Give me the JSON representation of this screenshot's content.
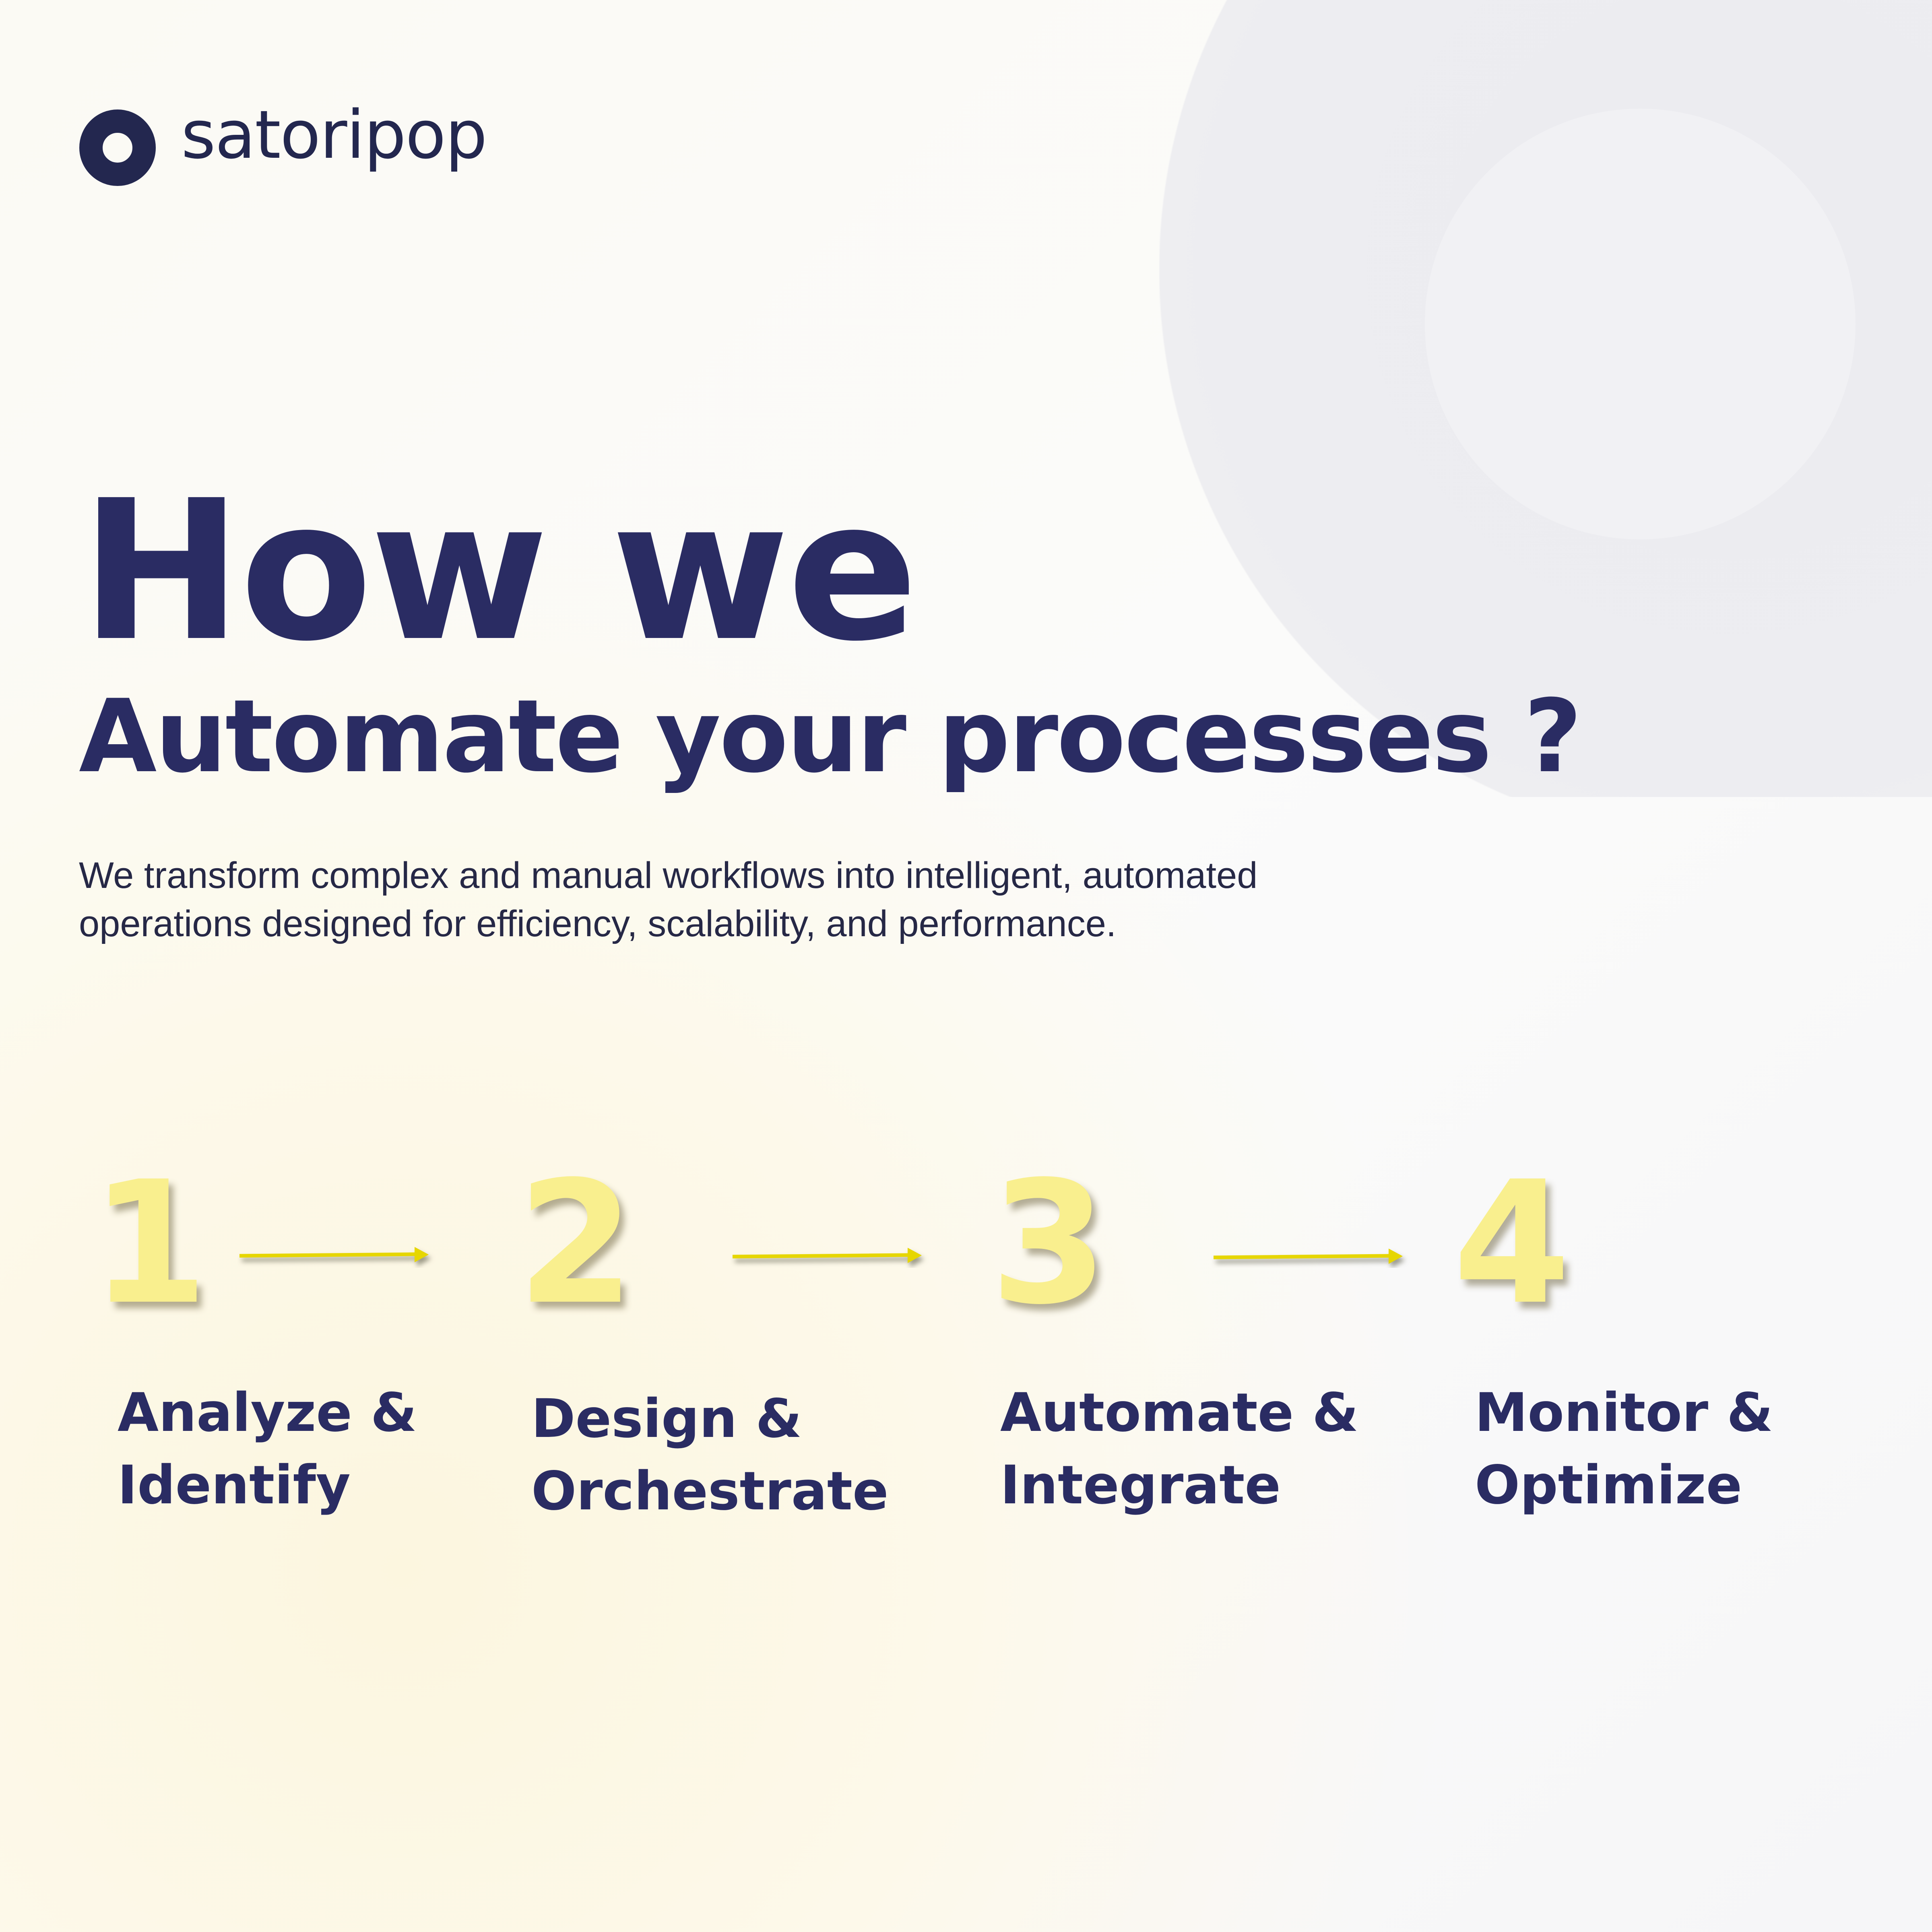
{
  "brand": {
    "name": "satoripop"
  },
  "heading": {
    "line1": "How we",
    "line2": "Automate your processes ?"
  },
  "description": {
    "line1": "We transform complex and manual workflows into intelligent, automated",
    "line2": "operations designed for efficiency, scalability, and performance."
  },
  "steps": [
    {
      "number": "1",
      "line1": "Analyze &",
      "line2": "Identify"
    },
    {
      "number": "2",
      "line1": "Design &",
      "line2": "Orchestrate"
    },
    {
      "number": "3",
      "line1": "Automate &",
      "line2": "Integrate"
    },
    {
      "number": "4",
      "line1": "Monitor &",
      "line2": "Optimize"
    }
  ],
  "colors": {
    "navy": "#2a2c63",
    "numeral": "#f9ef8e",
    "arrow": "#e6d600"
  }
}
